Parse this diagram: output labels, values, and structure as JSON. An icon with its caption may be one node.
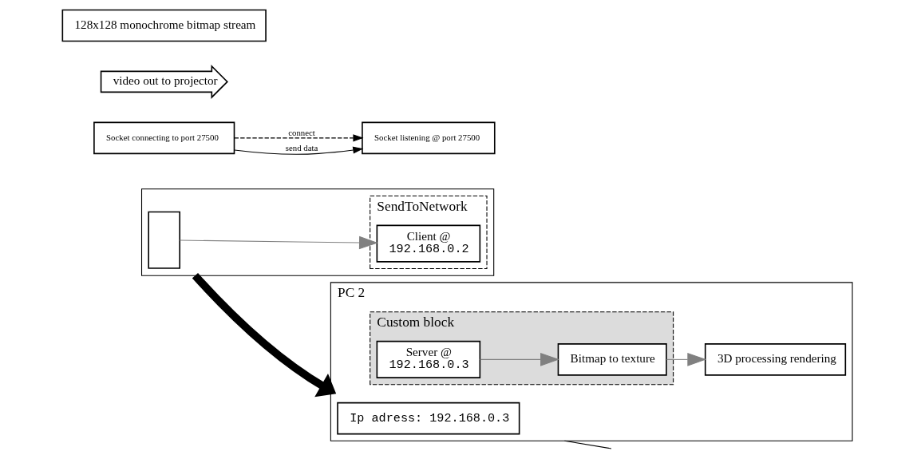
{
  "diagram": {
    "nodes": [
      {
        "text": [],
        "shape": "box"
      },
      {
        "text": [],
        "shape": "box",
        "in": 0
      },
      {
        "text": [
          "SendToNetwork"
        ],
        "in": 0
      },
      {
        "text": [
          "Client @",
          "192.168.0.2"
        ],
        "in": 2
      },
      {
        "text": [
          "Socket connecting to port 27500"
        ]
      },
      {
        "text": [
          "PC 2"
        ]
      },
      {
        "text": [
          "Ip adress: 192.168.0.3"
        ],
        "in": 5
      },
      {
        "text": [
          "Custom block"
        ],
        "in": 5
      },
      {
        "text": [
          "Server @",
          "192.168.0.3"
        ],
        "in": 7
      },
      {
        "text": [
          "Socket listening @ port 27500"
        ]
      },
      {
        "text": [
          "Bitmap to texture"
        ],
        "in": 7
      },
      {
        "text": [
          "3D processing rendering"
        ],
        "in": 5
      },
      {
        "text": [
          "video out to projector"
        ]
      },
      {
        "text": [
          "128x128 monochrome bitmap stream"
        ]
      }
    ],
    "edges": [
      {
        "from": 1,
        "to": 3,
        "arrow": "to",
        "color": "#808080"
      },
      {
        "from": 4,
        "to": 9,
        "arrow": "to",
        "label": "connect",
        "style": "dashed"
      },
      {
        "from": 4,
        "to": 9,
        "arrow": "to",
        "label": "send data"
      },
      {
        "from": 8,
        "to": 10,
        "arrow": "to",
        "color": "#808080"
      },
      {
        "from": 10,
        "to": 11,
        "arrow": "to",
        "color": "#808080"
      },
      {
        "from": 0,
        "to": 5,
        "arrow": "to",
        "style": "thick"
      },
      {
        "from": 5,
        "to": null,
        "arrow": "none"
      }
    ]
  }
}
